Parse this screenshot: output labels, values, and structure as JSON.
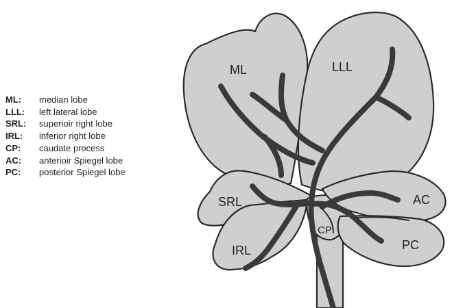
{
  "legend": [
    {
      "abbr": "ML:",
      "definition": "median lobe"
    },
    {
      "abbr": "LLL:",
      "definition": "left lateral lobe"
    },
    {
      "abbr": "SRL:",
      "definition": "superioir right lobe"
    },
    {
      "abbr": "IRL:",
      "definition": "inferior right lobe"
    },
    {
      "abbr": "CP:",
      "definition": "caudate process"
    },
    {
      "abbr": "AC:",
      "definition": "anterioir Spiegel lobe"
    },
    {
      "abbr": "PC:",
      "definition": "posterior Spiegel lobe"
    }
  ],
  "diagram_labels": {
    "ml": "ML",
    "lll": "LLL",
    "srl": "SRL",
    "irl": "IRL",
    "cp": "CP",
    "ac": "AC",
    "pc": "PC"
  },
  "colors": {
    "lobe_fill": "#cfcfcf",
    "outline": "#2b2b2b",
    "vessel": "#3a3a3a",
    "text": "#231f20"
  }
}
